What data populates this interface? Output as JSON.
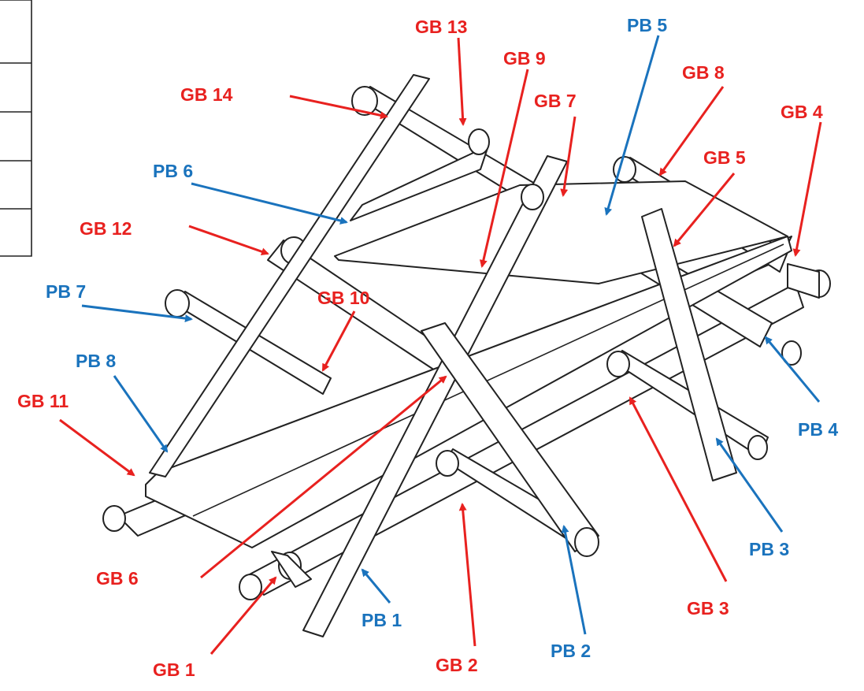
{
  "colors": {
    "gb_label": "#e8211f",
    "pb_label": "#1a73bd",
    "line_art": "#222222"
  },
  "labels": {
    "gb1": "GB 1",
    "gb2": "GB 2",
    "gb3": "GB 3",
    "gb4": "GB 4",
    "gb5": "GB 5",
    "gb6": "GB 6",
    "gb7": "GB 7",
    "gb8": "GB 8",
    "gb9": "GB 9",
    "gb10": "GB 10",
    "gb11": "GB 11",
    "gb12": "GB 12",
    "gb13": "GB 13",
    "gb14": "GB 14",
    "pb1": "PB 1",
    "pb2": "PB 2",
    "pb3": "PB 3",
    "pb4": "PB 4",
    "pb5": "PB 5",
    "pb6": "PB 6",
    "pb7": "PB 7",
    "pb8": "PB 8"
  }
}
